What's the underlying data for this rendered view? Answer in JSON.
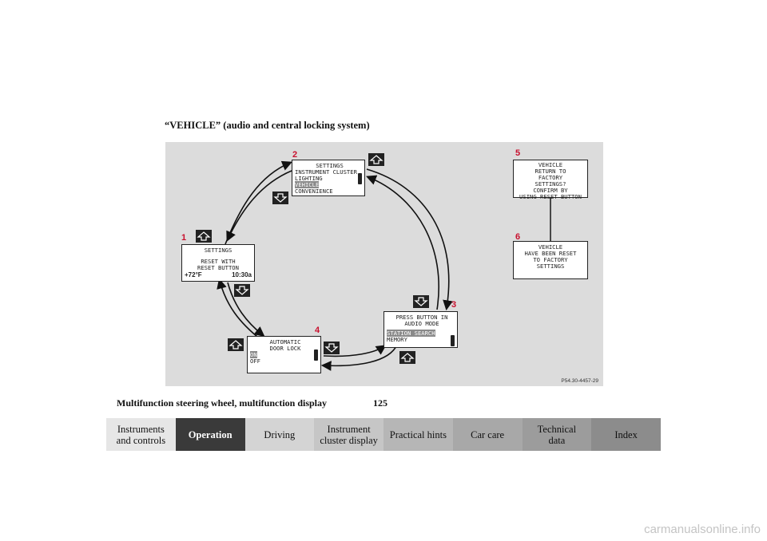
{
  "caption": "“VEHICLE” (audio and central locking system)",
  "figure_ref": "P54.30-4457-29",
  "steps": [
    "1",
    "2",
    "3",
    "4",
    "5",
    "6"
  ],
  "screens": {
    "s1": {
      "l1": "SETTINGS",
      "l2": "RESET WITH",
      "l3": "RESET BUTTON",
      "temp": "+72°F",
      "time": "10:30a"
    },
    "s2": {
      "l1": "SETTINGS",
      "l2": "INSTRUMENT CLUSTER",
      "l3": "LIGHTING",
      "l4": "VEHICLE",
      "l5": "CONVENIENCE"
    },
    "s3": {
      "l1": "PRESS BUTTON IN",
      "l2": "AUDIO MODE",
      "l3": "STATION SEARCH",
      "l4": "MEMORY"
    },
    "s4": {
      "l1": "AUTOMATIC",
      "l2": "DOOR LOCK",
      "l3": "ON",
      "l4": "OFF"
    },
    "s5": {
      "l1": "VEHICLE",
      "l2": "RETURN TO",
      "l3": "FACTORY",
      "l4": "SETTINGS?",
      "l5": "CONFIRM BY",
      "l6": "USING RESET BUTTON"
    },
    "s6": {
      "l1": "VEHICLE",
      "l2": "HAVE BEEN RESET",
      "l3": "TO FACTORY",
      "l4": "SETTINGS"
    }
  },
  "footer": {
    "title": "Multifunction steering wheel, multifunction display",
    "page": "125"
  },
  "nav": {
    "tabs": [
      "Instruments\nand controls",
      "Operation",
      "Driving",
      "Instrument\ncluster display",
      "Practical hints",
      "Car care",
      "Technical\ndata",
      "Index"
    ],
    "active": "Operation"
  },
  "watermark": "carmanualsonline.info"
}
